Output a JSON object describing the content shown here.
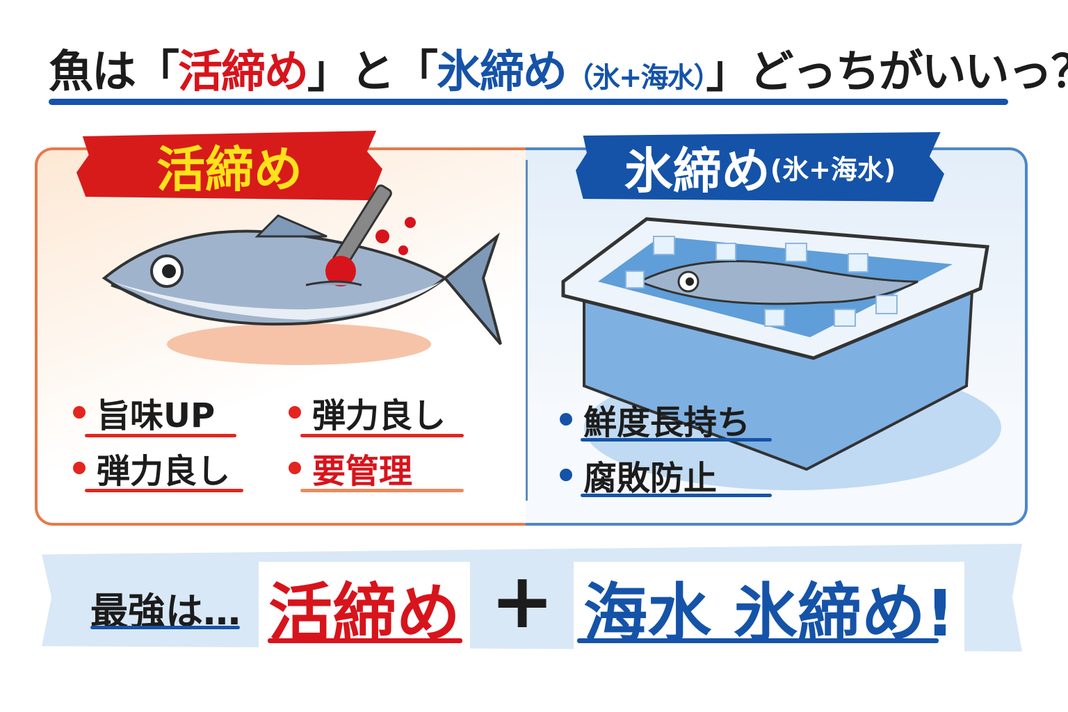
{
  "title": {
    "prefix": "魚は「",
    "live": "活締め",
    "mid": "」と「",
    "ice": "氷締め",
    "ice_paren": "（氷+海水）",
    "suffix": "」どっちがいいっ？"
  },
  "left": {
    "banner": "活締め",
    "bullets": [
      {
        "label": "旨味UP"
      },
      {
        "label": "弾力良し"
      },
      {
        "label": "弾力良し"
      },
      {
        "label": "要管理"
      }
    ]
  },
  "right": {
    "banner": "氷締め",
    "banner_paren": "(氷+海水)",
    "bullets": [
      {
        "label": "鮮度長持ち"
      },
      {
        "label": "腐敗防止"
      }
    ]
  },
  "bottom": {
    "lead": "最強は…",
    "live": "活締め",
    "plus": "+",
    "ice": "海水 氷締め!"
  },
  "colors": {
    "red": "#d7141c",
    "blue": "#1553a8",
    "yellow": "#ffe21a",
    "orange": "#e8784a"
  }
}
